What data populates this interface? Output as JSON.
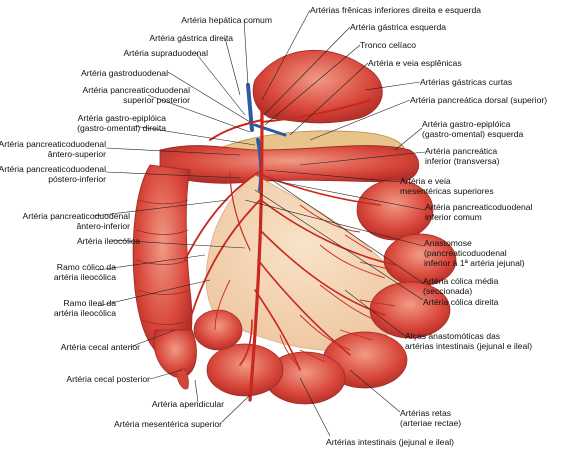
{
  "labels": {
    "hepatica_comum": "Artéria hepática comum",
    "gastrica_direita": "Artéria gástrica direita",
    "supraduodenal": "Artéria supraduodenal",
    "gastroduodenal": "Artéria gastroduodenal",
    "pancreatico_sup_post": "Artéria pancreaticoduodenal\nsuperior posterior",
    "gastro_epiploica_dir": "Artéria gastro-epiplóica\n(gastro-omental) direita",
    "pancreatico_ant_sup": "Artéria pancreaticoduodenal\nântero-superior",
    "pancreatico_post_inf": "Artéria pancreaticoduodenal\npóstero-inferior",
    "pancreatico_ant_inf": "Artéria pancreaticoduodenal\nântero-inferior",
    "ileocolica": "Artéria ileocólica",
    "ramo_colico": "Ramo cólico da\nartéria ileocólica",
    "ramo_ileal": "Ramo ileal da\nartéria ileocólica",
    "cecal_anterior": "Artéria cecal anterior",
    "cecal_posterior": "Artéria cecal posterior",
    "apendicular": "Artéria apendicular",
    "mesenterica_superior": "Artéria mesentérica superior",
    "intestinais": "Artérias intestinais (jejunal e ileal)",
    "frenicas": "Artérias frênicas inferiores direita e esquerda",
    "gastrica_esquerda": "Artéria gástrica esquerda",
    "tronco_celiaco": "Tronco celíaco",
    "esplenicas": "Artéria e veia esplênicas",
    "gastricas_curtas": "Artérias gástricas curtas",
    "pancreatica_dorsal": "Artéria pancreática dorsal (superior)",
    "gastro_epiploica_esq": "Artéria gastro-epiplóica\n(gastro-omental) esquerda",
    "pancreatica_inferior": "Artéria pancreática\ninferior (transversa)",
    "mesentericas_sup": "Artéria e veia\nmesentéricas superiores",
    "pancreatico_inf_comum": "Artéria pancreaticoduodenal\ninferior comum",
    "anastomose": "Anastomose\n(pancreaticoduodenal\ninferior à 1ª artéria jejunal)",
    "colica_media": "Artéria cólica média\n(seccionada)",
    "colica_direita": "Artéria cólica direita",
    "alcas": "Alças anastomóticas das\nartérias intestinais (jejunal e ileal)",
    "retas": "Artérias retas\n(arteriae rectae)"
  },
  "colors": {
    "artery": "#c8281e",
    "artery_dark": "#8e1a12",
    "bowel": "#d9453a",
    "bowel_light": "#ef8a78",
    "mesentery": "#f3d2b0",
    "pancreas": "#e9c48a",
    "vein": "#2f5aa8",
    "leader": "#222222"
  }
}
